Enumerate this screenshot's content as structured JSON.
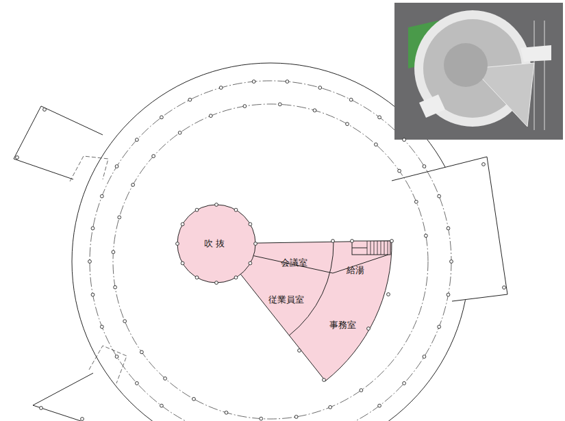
{
  "diagram": {
    "nodes": [
      {
        "text": [
          "吹 抜"
        ]
      },
      {
        "text": [
          "会議室"
        ]
      },
      {
        "text": [
          "給湯"
        ]
      },
      {
        "text": [
          "従業員室"
        ]
      },
      {
        "text": [
          "事務室"
        ]
      }
    ]
  }
}
